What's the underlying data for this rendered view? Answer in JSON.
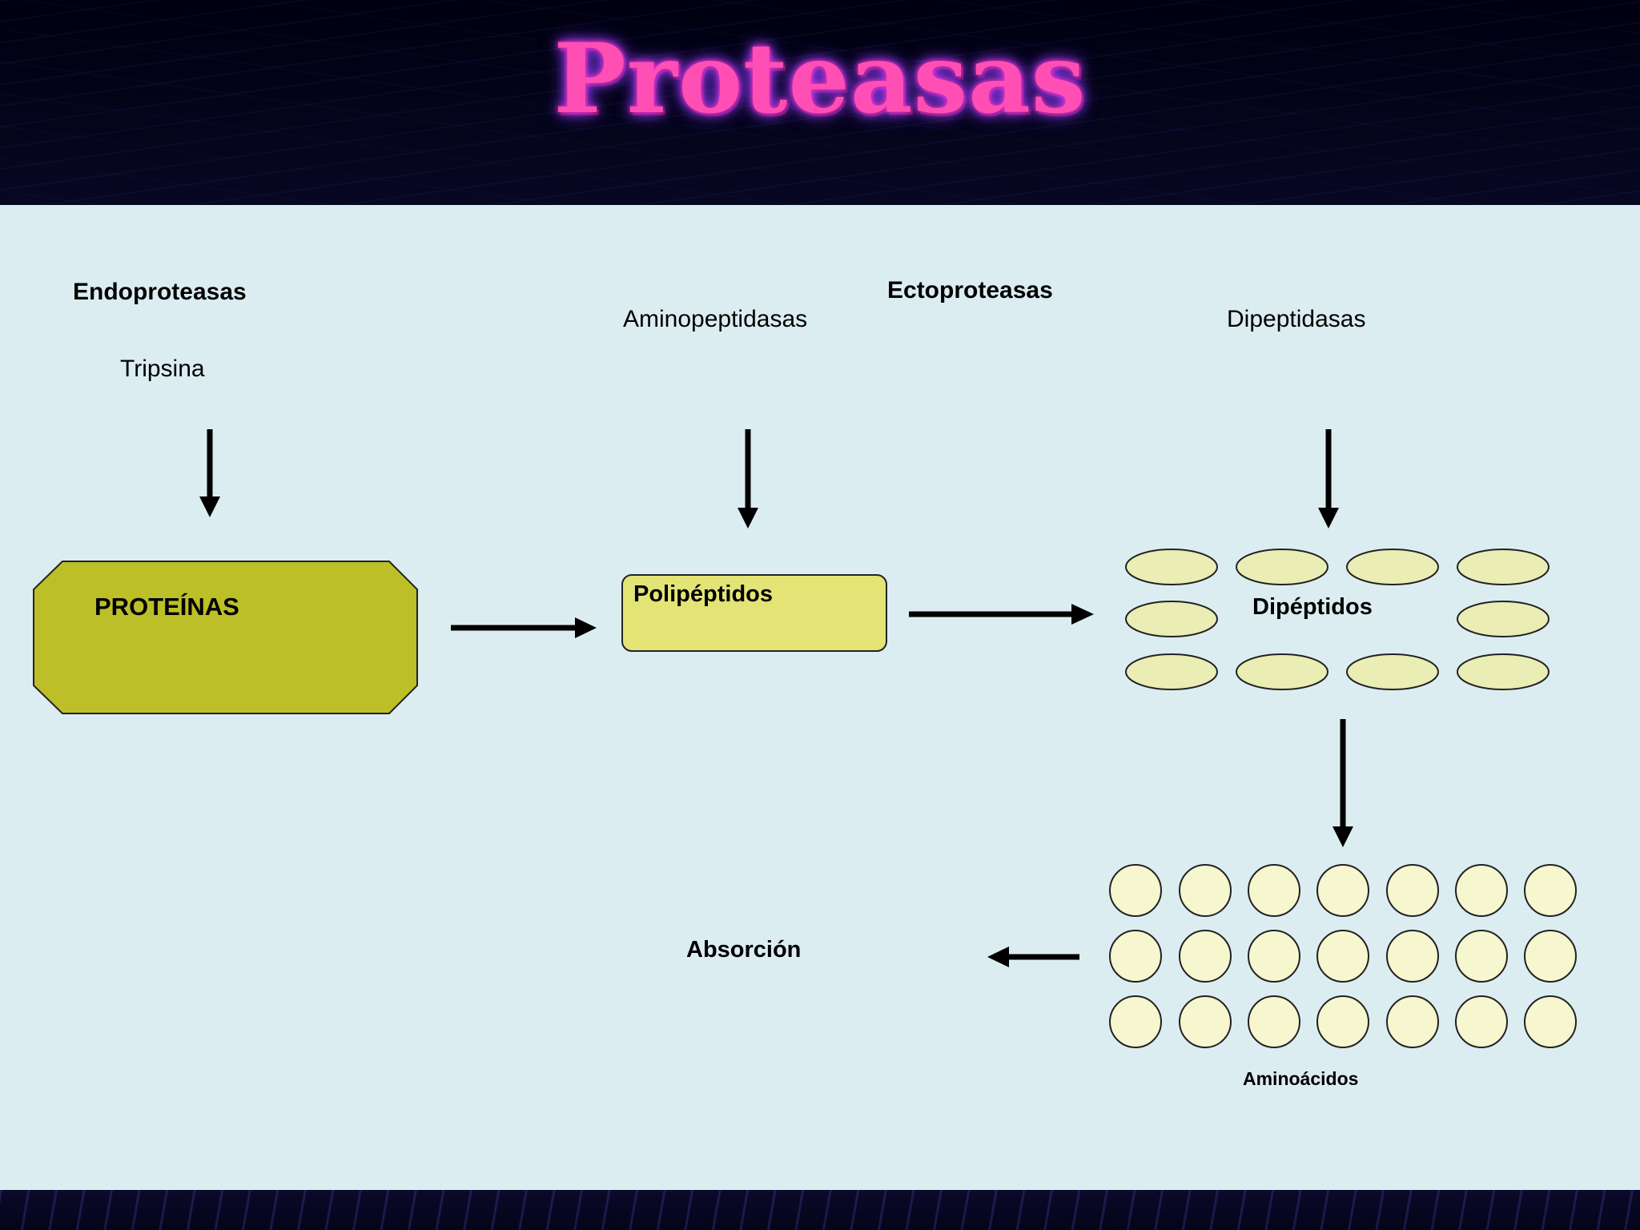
{
  "title": "Proteasas",
  "labels": {
    "endoproteasas": "Endoproteasas",
    "tripsina": "Tripsina",
    "aminopeptidasas": "Aminopeptidasas",
    "ectoproteasas": "Ectoproteasas",
    "dipeptidasas": "Dipeptidasas",
    "proteinas": "PROTEÍNAS",
    "polipeptidos": "Polipéptidos",
    "dipeptidos": "Dipéptidos",
    "aminoacidos": "Aminoácidos",
    "absorcion": "Absorción"
  },
  "colors": {
    "title": "#ff4fb4",
    "content_bg": "#dcedf2",
    "proteinas_fill": "#bcbf27",
    "polipeptidos_fill": "#e3e475",
    "dipeptido_fill": "#eaedb4",
    "aminoacido_fill": "#f6f6cf",
    "arrow": "#000000"
  }
}
